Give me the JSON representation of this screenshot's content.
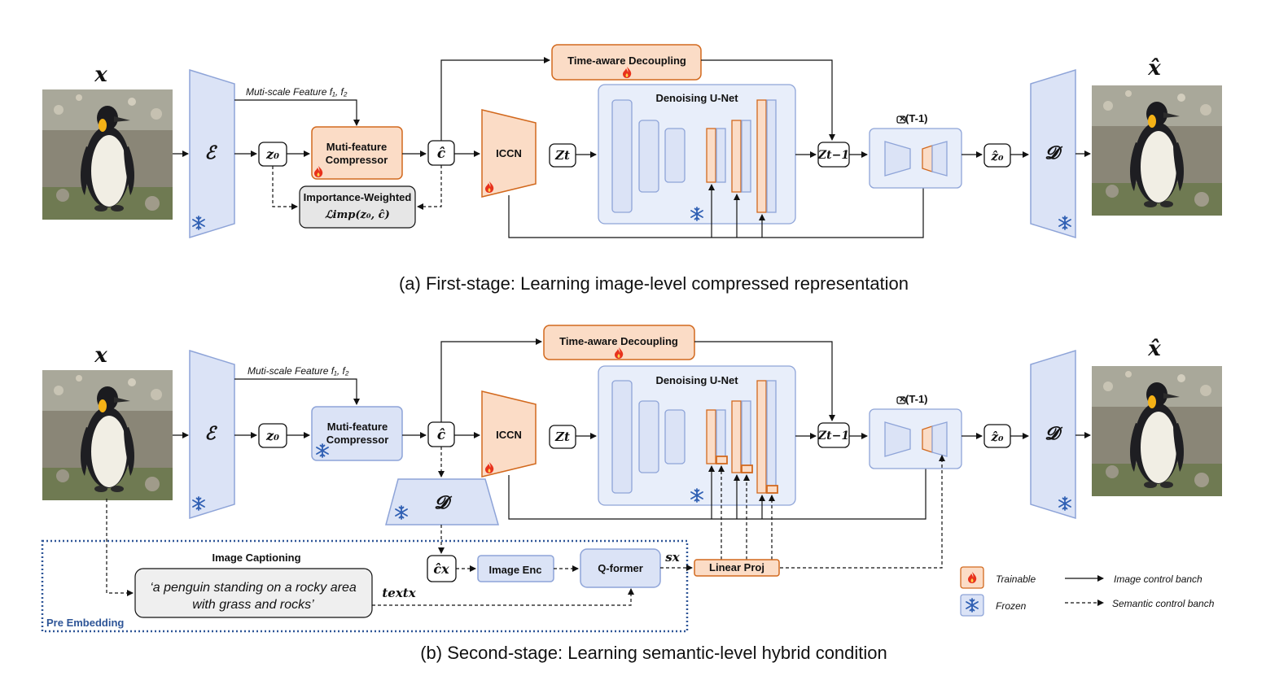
{
  "colors": {
    "frozen_fill": "#dbe3f6",
    "frozen_stroke": "#8ea4d8",
    "trainable_fill": "#fbdcc6",
    "trainable_stroke": "#d2691e",
    "grey_fill": "#e6e6e6",
    "pre_embedding_border": "#2e5597",
    "flame": "#e8321c",
    "snow": "#2f5fb3"
  },
  "icons": [
    "flame-icon",
    "snowflake-icon",
    "penguin-image",
    "loop-icon"
  ],
  "stage_a": {
    "input_label": "x",
    "encoder_label": "ℰ",
    "feature_label": "Muti-scale Feature f₁, f₂",
    "z0_label": "z₀",
    "compressor_line1": "Muti-feature",
    "compressor_line2": "Compressor",
    "chat_label": "ĉ",
    "importance_line1": "Importance-Weighted",
    "importance_line2": "ℒimp(z₀, ĉ)",
    "time_decoupling": "Time-aware Decoupling",
    "iccn": "ICCN",
    "zt_label": "Zt",
    "unet_title": "Denoising U-Net",
    "zt1_label": "Zt−1",
    "loop_label": "×(T-1)",
    "zhat0_label": "ẑ₀",
    "decoder_label": "𝓓",
    "output_label": "x̂",
    "caption": "(a)  First-stage: Learning image-level compressed representation"
  },
  "stage_b": {
    "input_label": "x",
    "encoder_label": "ℰ",
    "feature_label": "Muti-scale Feature f₁, f₂",
    "z0_label": "z₀",
    "compressor_line1": "Muti-feature",
    "compressor_line2": "Compressor",
    "chat_label": "ĉ",
    "time_decoupling": "Time-aware Decoupling",
    "iccn": "ICCN",
    "zt_label": "Zt",
    "unet_title": "Denoising U-Net",
    "zt1_label": "Zt−1",
    "loop_label": "×(T-1)",
    "zhat0_label": "ẑ₀",
    "decoder_label": "𝓓",
    "output_label": "x̂",
    "mid_decoder_label": "𝓓",
    "cx_label": "ĉx",
    "image_enc": "Image Enc",
    "qformer": "Q-former",
    "sx_label": "sx",
    "linear_proj": "Linear Proj",
    "image_captioning": "Image Captioning",
    "caption_line1": "‘a penguin standing on a rocky area",
    "caption_line2": "with grass and rocks’",
    "textx_label": "textx",
    "pre_embedding": "Pre Embedding",
    "caption": "(b)  Second-stage: Learning semantic-level hybrid condition"
  },
  "legend": {
    "trainable": "Trainable",
    "frozen": "Frozen",
    "image_control": "Image control banch",
    "semantic_control": "Semantic control banch"
  }
}
